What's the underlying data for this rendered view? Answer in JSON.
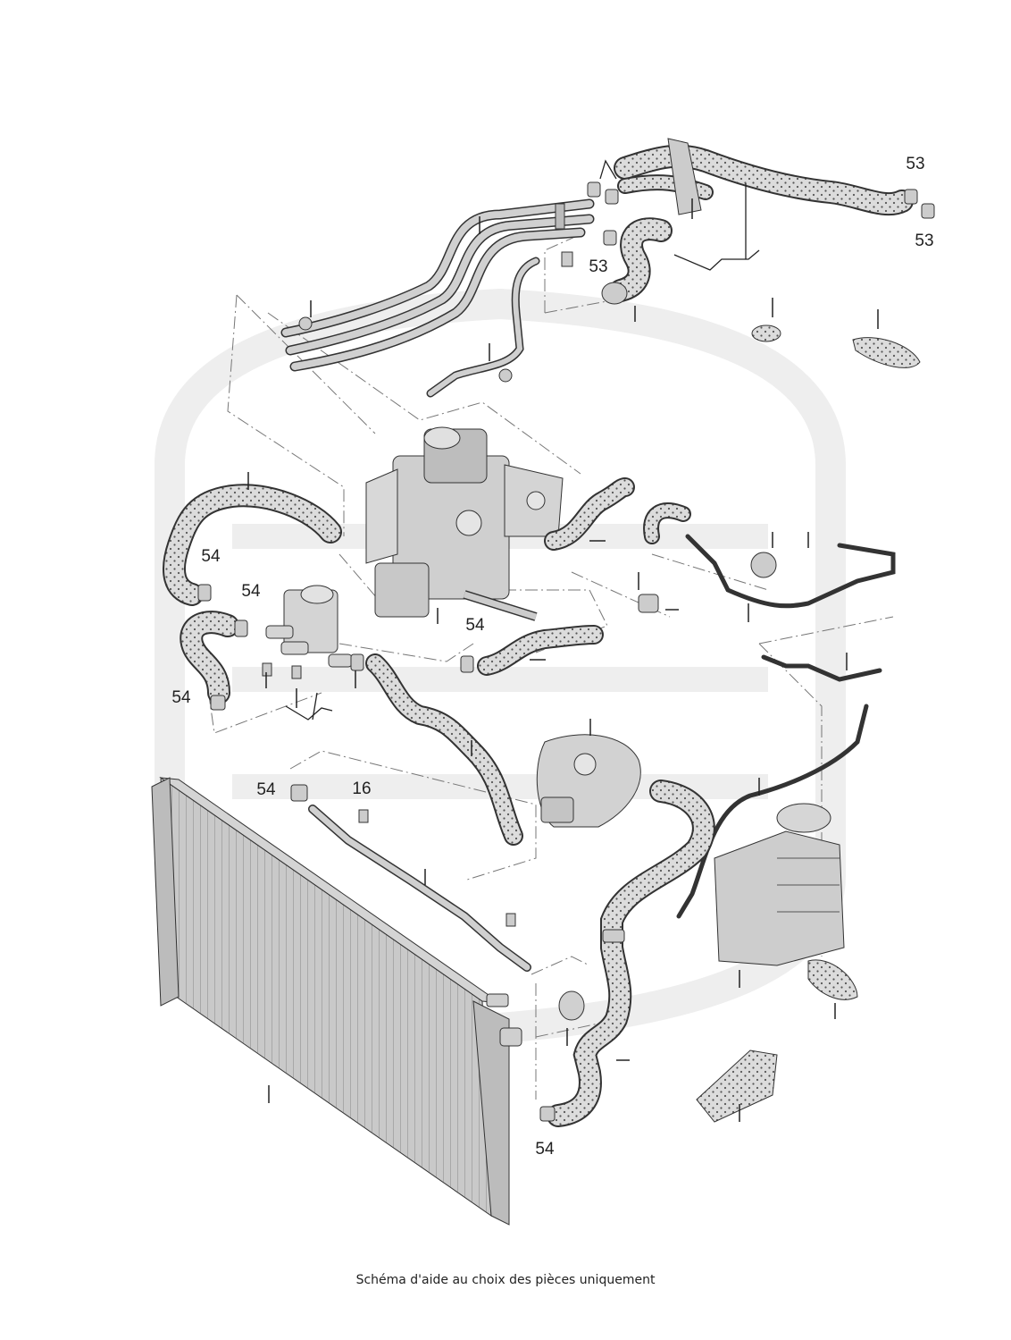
{
  "labels": [
    {
      "id": "label-53-a",
      "text": "53"
    },
    {
      "id": "label-53-b",
      "text": "53"
    },
    {
      "id": "label-53-c",
      "text": "53"
    },
    {
      "id": "label-54-a",
      "text": "54"
    },
    {
      "id": "label-54-b",
      "text": "54"
    },
    {
      "id": "label-54-c",
      "text": "54"
    },
    {
      "id": "label-54-d",
      "text": "54"
    },
    {
      "id": "label-54-e",
      "text": "54"
    },
    {
      "id": "label-16",
      "text": "16"
    },
    {
      "id": "label-54-f",
      "text": "54"
    }
  ],
  "caption": "Schéma d'aide au choix des pièces uniquement",
  "colors": {
    "line": "#333333",
    "hose_fill": "#d9d9d9",
    "metal_fill": "#cfcfcf",
    "watermark": "#eeeeee",
    "radiator_fill": "#c8c8c8"
  }
}
